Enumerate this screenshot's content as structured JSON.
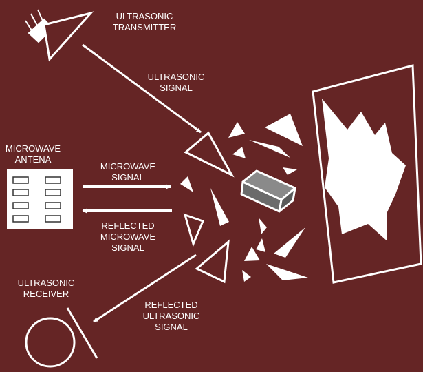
{
  "colors": {
    "background": "#652525",
    "foreground": "#ffffff",
    "box_gray": "#6b6b6b"
  },
  "labels": {
    "ultrasonic_transmitter": [
      "ULTRASONIC",
      "TRANSMITTER"
    ],
    "ultrasonic_signal": [
      "ULTRASONIC",
      "SIGNAL"
    ],
    "microwave_antena": [
      "MICROWAVE",
      "ANTENA"
    ],
    "microwave_signal": [
      "MICROWAVE",
      "SIGNAL"
    ],
    "reflected_microwave_signal": [
      "REFLECTED",
      "MICROWAVE",
      "SIGNAL"
    ],
    "ultrasonic_receiver": [
      "ULTRASONIC",
      "RECEIVER"
    ],
    "reflected_ultrasonic_signal": [
      "REFLECTED",
      "ULTRASONIC",
      "SIGNAL"
    ]
  },
  "icons": {
    "transmitter": "ultrasonic-transmitter-icon",
    "antenna": "microwave-antenna-icon",
    "receiver": "ultrasonic-receiver-icon",
    "window": "broken-window-icon",
    "object": "box-object-icon"
  }
}
